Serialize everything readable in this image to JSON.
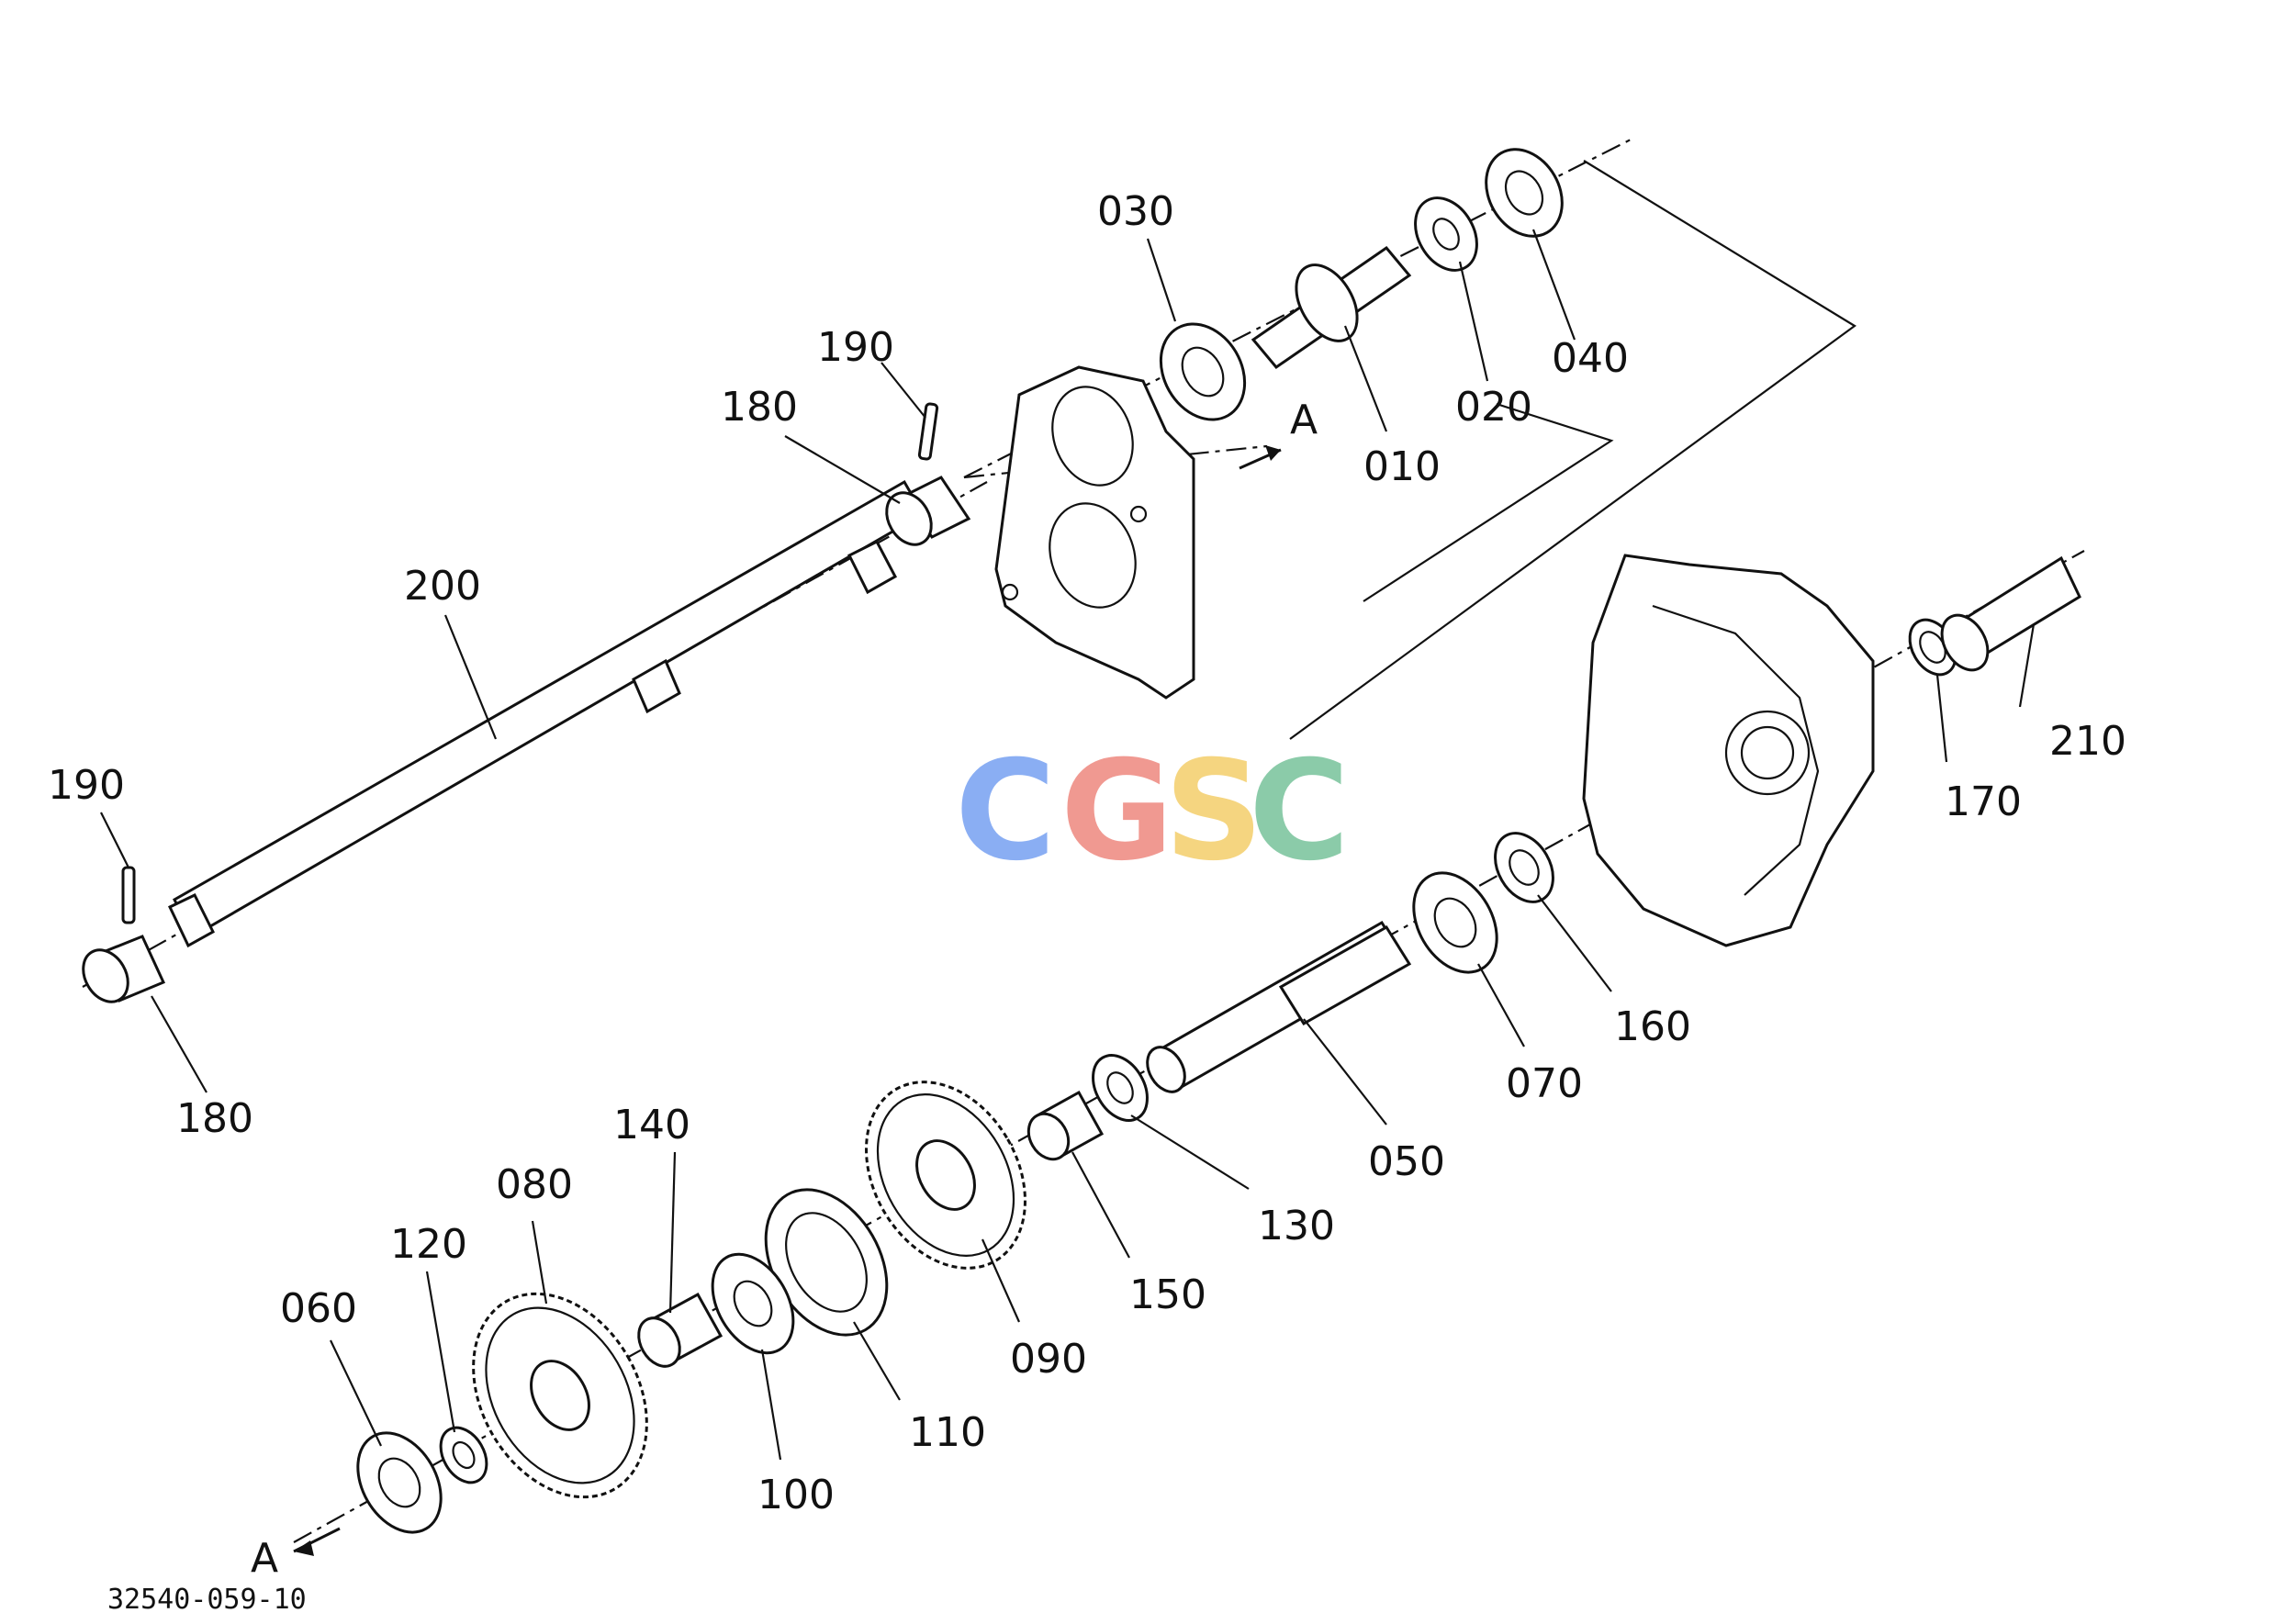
{
  "watermark": {
    "letters": [
      {
        "char": "C",
        "color": "#7ea6f2"
      },
      {
        "char": "G",
        "color": "#ef8e86"
      },
      {
        "char": "S",
        "color": "#f5d173"
      },
      {
        "char": "C",
        "color": "#7fc6a0"
      }
    ]
  },
  "drawing_code": "32540-059-10",
  "section_marker": "A",
  "parts": [
    {
      "id": "p010",
      "label": "010"
    },
    {
      "id": "p020",
      "label": "020"
    },
    {
      "id": "p030",
      "label": "030"
    },
    {
      "id": "p040",
      "label": "040"
    },
    {
      "id": "p050",
      "label": "050"
    },
    {
      "id": "p060",
      "label": "060"
    },
    {
      "id": "p070",
      "label": "070"
    },
    {
      "id": "p080",
      "label": "080"
    },
    {
      "id": "p090",
      "label": "090"
    },
    {
      "id": "p100",
      "label": "100"
    },
    {
      "id": "p110",
      "label": "110"
    },
    {
      "id": "p120",
      "label": "120"
    },
    {
      "id": "p130",
      "label": "130"
    },
    {
      "id": "p140",
      "label": "140"
    },
    {
      "id": "p150",
      "label": "150"
    },
    {
      "id": "p160",
      "label": "160"
    },
    {
      "id": "p170",
      "label": "170"
    },
    {
      "id": "p180a",
      "label": "180"
    },
    {
      "id": "p180b",
      "label": "180"
    },
    {
      "id": "p190a",
      "label": "190"
    },
    {
      "id": "p190b",
      "label": "190"
    },
    {
      "id": "p200",
      "label": "200"
    },
    {
      "id": "p210",
      "label": "210"
    }
  ]
}
